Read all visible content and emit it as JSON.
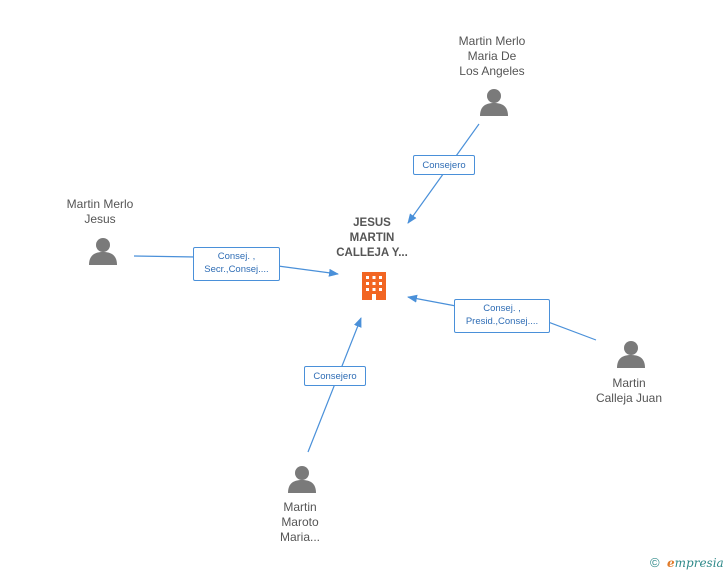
{
  "company": {
    "label_lines": [
      "JESUS",
      "MARTIN",
      "CALLEJA Y..."
    ],
    "icon": "building-icon",
    "color": "#f26522"
  },
  "people": [
    {
      "id": "p1",
      "label_lines": [
        "Martin Merlo",
        "Maria De",
        "Los Angeles"
      ],
      "icon": "person-icon"
    },
    {
      "id": "p2",
      "label_lines": [
        "Martin Merlo",
        "Jesus"
      ],
      "icon": "person-icon"
    },
    {
      "id": "p3",
      "label_lines": [
        "Martin",
        "Calleja Juan"
      ],
      "icon": "person-icon"
    },
    {
      "id": "p4",
      "label_lines": [
        "Martin",
        "Maroto",
        "Maria..."
      ],
      "icon": "person-icon"
    }
  ],
  "relations": [
    {
      "from": "p1",
      "label_lines": [
        "Consejero"
      ]
    },
    {
      "from": "p2",
      "label_lines": [
        "Consej. ,",
        "Secr.,Consej...."
      ]
    },
    {
      "from": "p3",
      "label_lines": [
        "Consej. ,",
        "Presid.,Consej...."
      ]
    },
    {
      "from": "p4",
      "label_lines": [
        "Consejero"
      ]
    }
  ],
  "footer": {
    "copyright": "©",
    "brand_initial": "e",
    "brand_rest": "mpresia"
  },
  "colors": {
    "edge": "#4a90d9",
    "person": "#7a7a7a",
    "text": "#555555"
  }
}
